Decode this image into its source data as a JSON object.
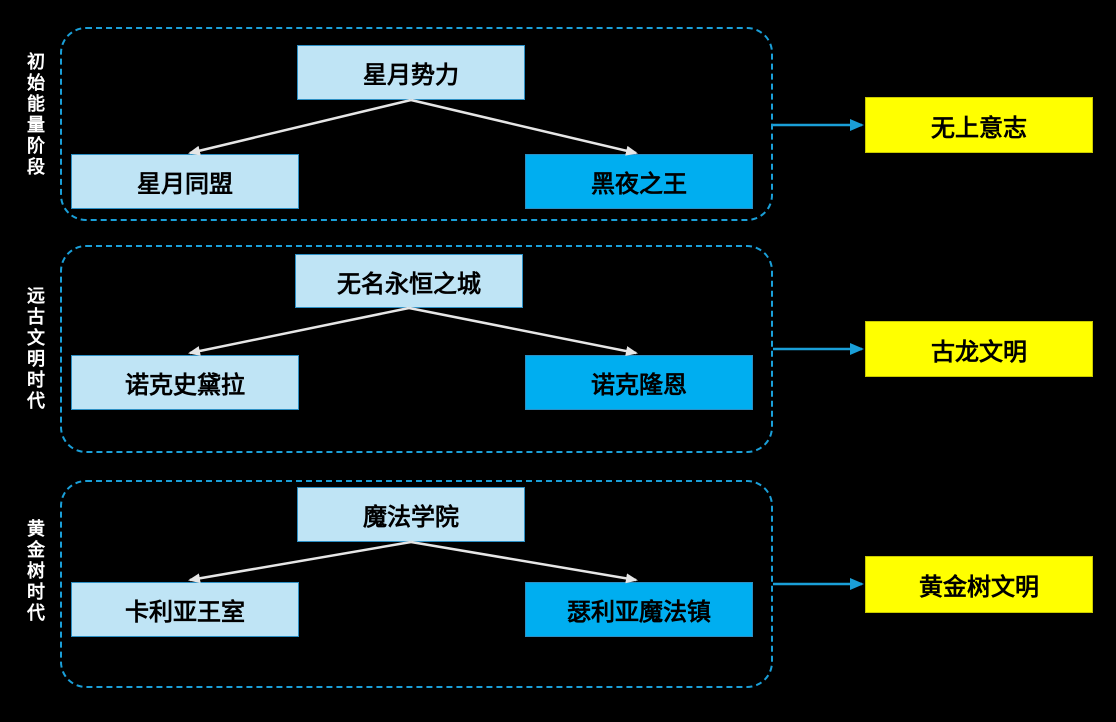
{
  "colors": {
    "background": "#000000",
    "frame_border": "#1a9fd8",
    "node_light": "#bfe4f5",
    "node_dark": "#00aef0",
    "result_fill": "#ffff00",
    "tree_line": "#e6e6e6",
    "connector_arrow": "#1a9fd8"
  },
  "groups": [
    {
      "era_label": "初始能量阶段",
      "root": "星月势力",
      "left_child": "星月同盟",
      "right_child": "黑夜之王",
      "result": "无上意志"
    },
    {
      "era_label": "远古文明时代",
      "root": "无名永恒之城",
      "left_child": "诺克史黛拉",
      "right_child": "诺克隆恩",
      "result": "古龙文明"
    },
    {
      "era_label": "黄金树时代",
      "root": "魔法学院",
      "left_child": "卡利亚王室",
      "right_child": "瑟利亚魔法镇",
      "result": "黄金树文明"
    }
  ]
}
